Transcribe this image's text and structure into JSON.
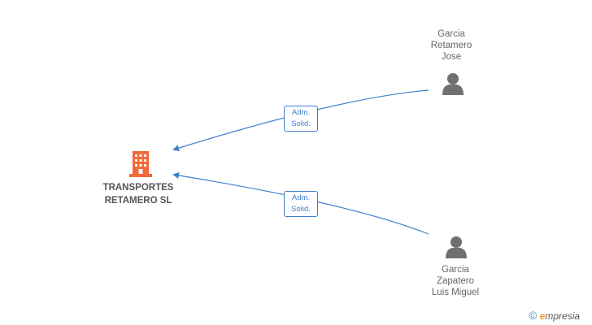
{
  "company": {
    "name_line1": "TRANSPORTES",
    "name_line2": "RETAMERO SL",
    "icon": "building-icon",
    "color": "#f26a38"
  },
  "people": [
    {
      "line1": "Garcia",
      "line2": "Retamero",
      "line3": "Jose",
      "icon": "person-icon"
    },
    {
      "line1": "Garcia",
      "line2": "Zapatero",
      "line3": "Luis Miguel",
      "icon": "person-icon"
    }
  ],
  "relations": [
    {
      "line1": "Adm.",
      "line2": "Solid."
    },
    {
      "line1": "Adm.",
      "line2": "Solid."
    }
  ],
  "brand": {
    "copyright": "©",
    "initial": "e",
    "rest": "mpresia"
  },
  "colors": {
    "edge": "#3d7fcf",
    "person": "#707070"
  }
}
